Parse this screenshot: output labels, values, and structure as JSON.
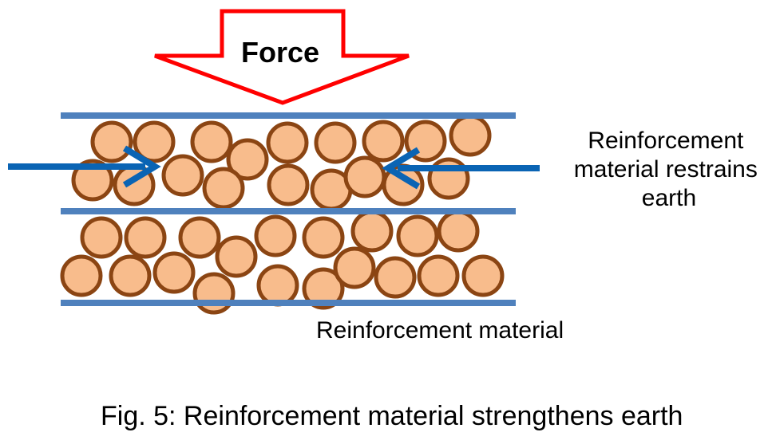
{
  "diagram": {
    "force_label": "Force",
    "restrains_label_lines": [
      "Reinforcement",
      "material restrains",
      "earth"
    ],
    "material_label": "Reinforcement material",
    "caption": "Fig. 5: Reinforcement material strengthens earth"
  },
  "colors": {
    "force_arrow_stroke": "#ff0000",
    "sheet": "#4f81bd",
    "particle_fill": "#f8bc8c",
    "particle_stroke": "#8b4513",
    "side_arrow": "#0a64b4"
  }
}
